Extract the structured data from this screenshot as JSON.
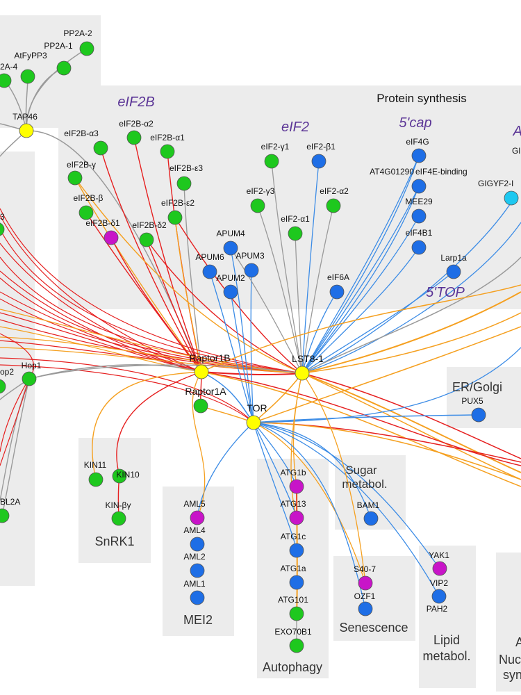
{
  "colors": {
    "green": "#1ec81e",
    "blue": "#1e6ee6",
    "purple": "#c814c8",
    "yellow": "#ffff00",
    "cyan": "#1ec8f0",
    "edge_gray": "#9a9a9a",
    "edge_red": "#e62020",
    "edge_orange": "#f5a020",
    "edge_blue": "#3c8ce6",
    "group_box": "#ececec"
  },
  "groups": {
    "protein_synthesis": "Protein synthesis",
    "eif2b": "eIF2B",
    "eif2": "eIF2",
    "cap5": "5'cap",
    "top5": "5'TOP",
    "er_golgi": "ER/Golgi",
    "snrk1": "SnRK1",
    "mei2": "MEI2",
    "autophagy": "Autophagy",
    "sugar": "Sugar",
    "metabol": "metabol.",
    "senescence": "Senescence",
    "lipid": "Lipid",
    "lipid_metabol": "metabol.",
    "nuc": "Nuc",
    "syn": "syn"
  },
  "nodes": {
    "tap46": "TAP46",
    "pp2a2": "PP2A-2",
    "pp2a1": "PP2A-1",
    "atfypp3": "AtFyPP3",
    "pp2a4": "2A-4",
    "eif2ba3": "eIF2B-α3",
    "eif2ba2": "eIF2B-α2",
    "eif2ba1": "eIF2B-α1",
    "eif2bg": "eIF2B-γ",
    "eif2be3": "eIF2B-ε3",
    "eif2bb": "eIF2B-β",
    "eif2be2": "eIF2B-ε2",
    "eif2bd1": "eIF2B-δ1",
    "eif2bd2": "eIF2B-δ2",
    "eif2g1": "eIF2-γ1",
    "eif2b1": "eIF2-β1",
    "eif2g3": "eIF2-γ3",
    "eif2a2": "eIF2-α2",
    "eif2a1": "eIF2-α1",
    "eif4g": "eIF4G",
    "at4g": "AT4G01290",
    "eif4e": "eIF4E-binding",
    "mee29": "MEE29",
    "eif4b1": "eIF4B1",
    "larp1a": "Larp1a",
    "gigyf2": "GIGYF2-I",
    "gl": "Gl",
    "apum4": "APUM4",
    "apum6": "APUM6",
    "apum3": "APUM3",
    "apum2": "APUM2",
    "eif6a": "eIF6A",
    "raptor1b": "Raptor1B",
    "raptor1a": "Raptor1A",
    "lst81": "LST8-1",
    "tor": "TOR",
    "pux5": "PUX5",
    "hop1": "Hop1",
    "hop2": "op2",
    "bl2a": "BL2A",
    "n3": "3",
    "kin11": "KIN11",
    "kin10": "KIN10",
    "kinby": "KIN-βγ",
    "aml5": "AML5",
    "aml4": "AML4",
    "aml2": "AML2",
    "aml1": "AML1",
    "atg1b": "ATG1b",
    "atg13": "ATG13",
    "atg1c": "ATG1c",
    "atg1a": "ATG1a",
    "atg101": "ATG101",
    "exo70b1": "EXO70B1",
    "bam1": "BAM1",
    "s407": "S40-7",
    "ozf1": "OZF1",
    "yak1": "YAK1",
    "vip2": "VIP2",
    "pah2": "PAH2"
  }
}
